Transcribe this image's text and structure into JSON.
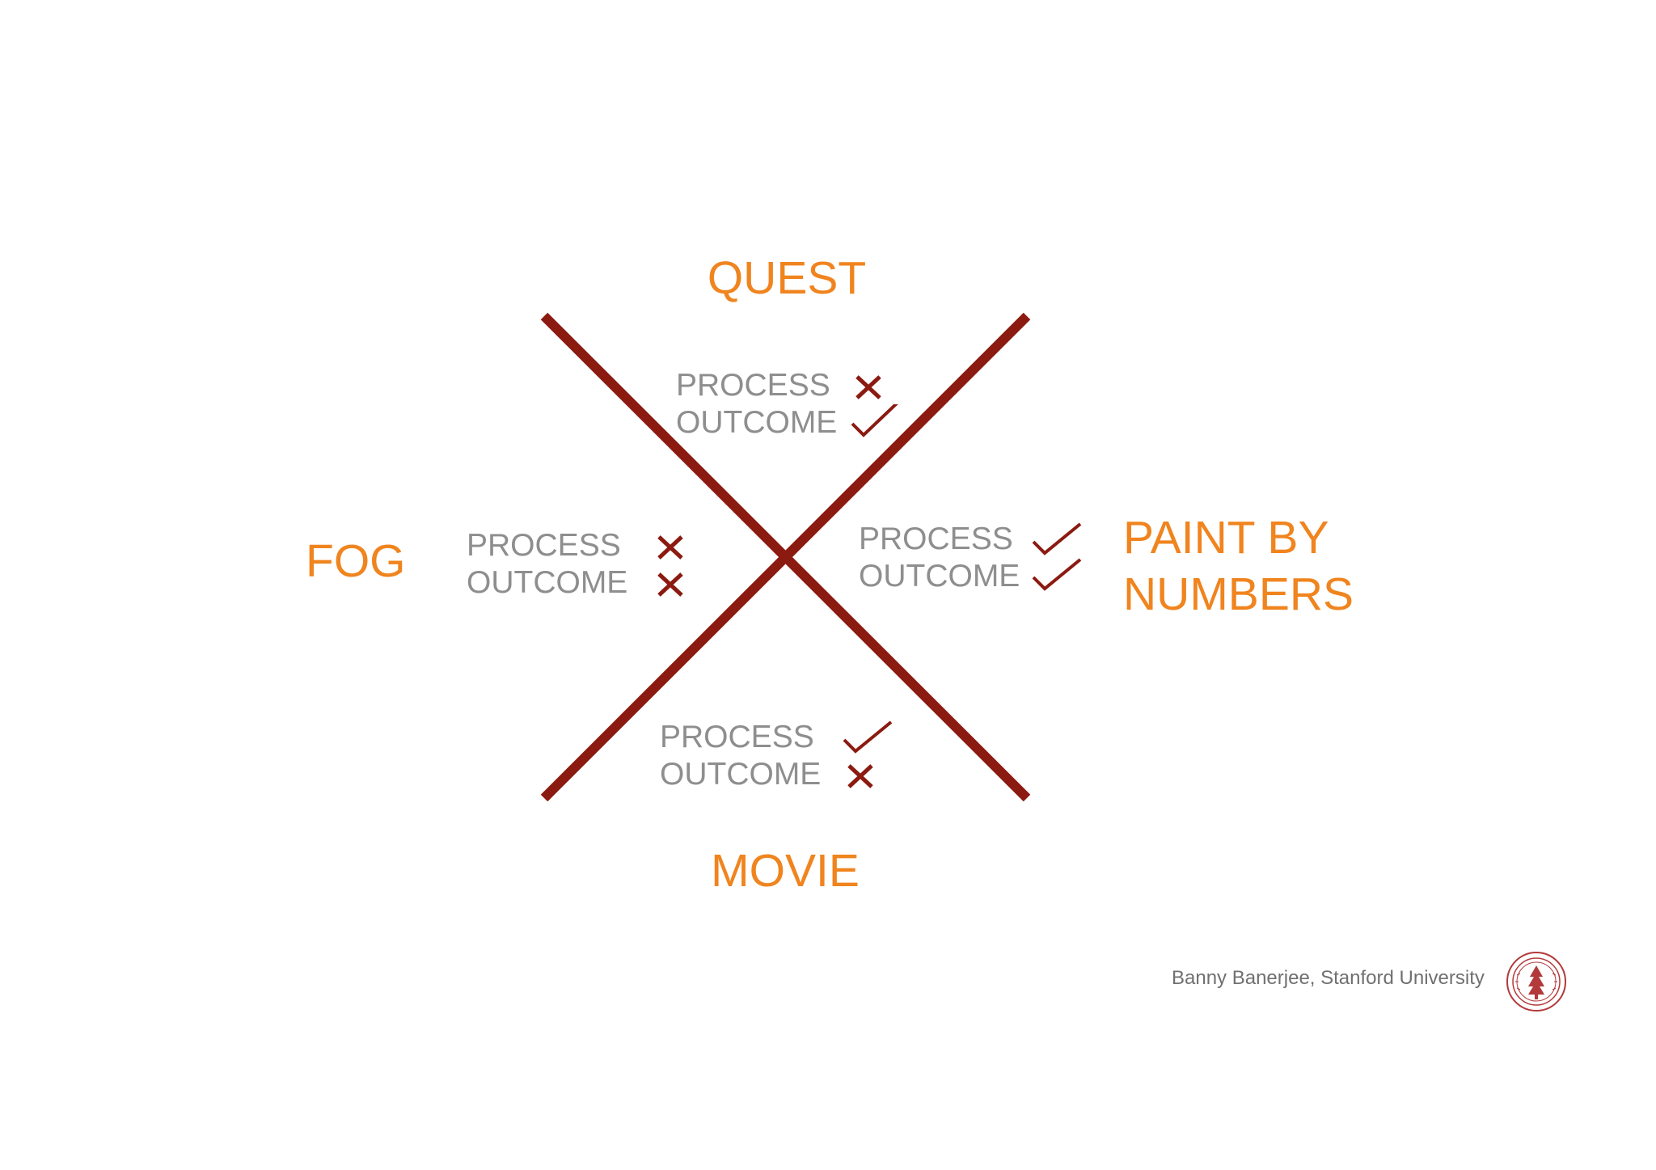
{
  "colors": {
    "accent": "#f0841e",
    "line": "#8b1a10",
    "text": "#8e8e8e",
    "mark": "#8b1a10"
  },
  "labels": {
    "top": "QUEST",
    "bottom": "MOVIE",
    "left": "FOG",
    "right_line1": "PAINT BY",
    "right_line2": "NUMBERS"
  },
  "quadrants": {
    "top": {
      "process": "PROCESS",
      "outcome": "OUTCOME",
      "process_mark": "x-icon",
      "outcome_mark": "check-icon"
    },
    "left": {
      "process": "PROCESS",
      "outcome": "OUTCOME",
      "process_mark": "x-icon",
      "outcome_mark": "x-icon"
    },
    "right": {
      "process": "PROCESS",
      "outcome": "OUTCOME",
      "process_mark": "check-icon",
      "outcome_mark": "check-icon"
    },
    "bottom": {
      "process": "PROCESS",
      "outcome": "OUTCOME",
      "process_mark": "check-icon",
      "outcome_mark": "x-icon"
    }
  },
  "footer": {
    "credit": "Banny Banerjee, Stanford University",
    "seal_icon": "university-seal-icon"
  }
}
